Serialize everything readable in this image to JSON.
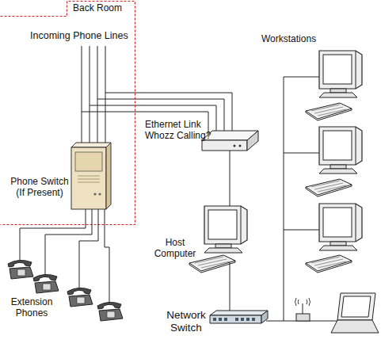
{
  "diagram": {
    "nodes": [
      {
        "text": [
          "Back Room"
        ]
      },
      {
        "text": [
          "Phone Switch (If Present)"
        ],
        "in": 0
      },
      {
        "text": [
          "Ethernet Link Whozz Calling?"
        ]
      },
      {
        "text": [
          "Host Computer"
        ]
      },
      {
        "text": [
          "Network Switch"
        ]
      },
      {
        "text": [
          "Workstations"
        ]
      },
      {
        "text": [
          "Extension Phones"
        ]
      }
    ],
    "edges": [
      {
        "from": 0,
        "to": 2,
        "arrow": "none"
      },
      {
        "from": 1,
        "to": 6,
        "arrow": "none"
      },
      {
        "from": 2,
        "to": 3,
        "arrow": "none"
      },
      {
        "from": 3,
        "to": 4,
        "arrow": "none"
      },
      {
        "from": 4,
        "to": 5,
        "arrow": "none"
      }
    ],
    "labels": [
      "Incoming Phone Lines"
    ]
  }
}
